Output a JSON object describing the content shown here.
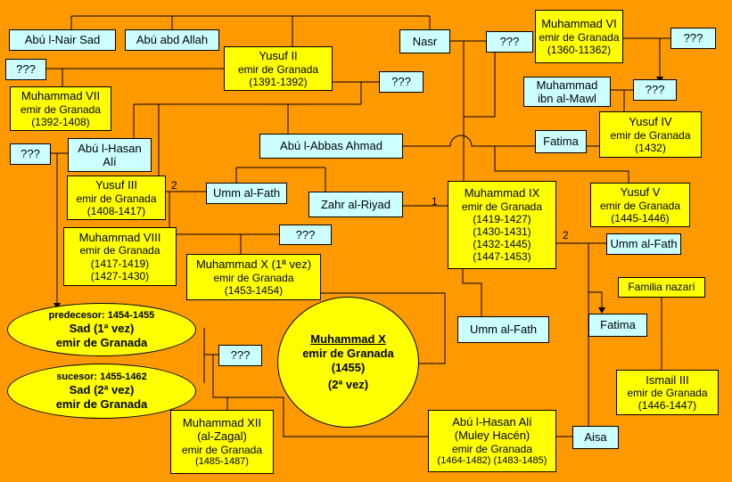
{
  "nodes": {
    "abu_nair_sad": "Abú l-Nair Sad",
    "abu_abd_allah": "Abú abd Allah",
    "yusuf_ii": {
      "name": "Yusuf II",
      "title": "emir de Granada",
      "years": "(1391-1392)"
    },
    "nasr": "Nasr",
    "q_nasr": "???",
    "muhammad_vi": {
      "name": "Muhammad VI",
      "title": "emir de Granada",
      "years": "(1360-11362)"
    },
    "q_muhammad_vi": "???",
    "q_left_top": "???",
    "q_yusuf_ii": "???",
    "muhammad_vii": {
      "name": "Muhammad VII",
      "title": "emir de Granada",
      "years": "(1392-1408)"
    },
    "muhammad_ibn_al_mawl": {
      "line1": "Muhammad",
      "line2": "ibn al-Mawl"
    },
    "q_mawl": "???",
    "yusuf_iv": {
      "name": "Yusuf IV",
      "title": "emir de Granada",
      "years": "(1432)"
    },
    "abu_hasan_ali_1": {
      "line1": "Abú l-Hasan",
      "line2": "Alí"
    },
    "q_left_mid": "???",
    "abu_abbas_ahmad": "Abú l-Abbas Ahmad",
    "fatima_top": "Fatima",
    "yusuf_iii": {
      "name": "Yusuf III",
      "title": "emir de Granada",
      "years": "(1408-1417)"
    },
    "umm_al_fath_1": "Umm al-Fath",
    "zahr_al_riyad": "Zahr al-Riyad",
    "muhammad_ix": {
      "name": "Muhammad IX",
      "title": "emir de Granada",
      "years": [
        "(1419-1427)",
        "(1430-1431)",
        "(1432-1445)",
        "(1447-1453)"
      ]
    },
    "yusuf_v": {
      "name": "Yusuf V",
      "title": "emir de Granada",
      "years": "(1445-1446)"
    },
    "muhammad_viii": {
      "name": "Muhammad VIII",
      "title": "emir de Granada",
      "years": [
        "(1417-1419)",
        "(1427-1430)"
      ]
    },
    "q_muhammad_viii": "???",
    "muhammad_x_1": {
      "name": "Muhammad X (1ª vez)",
      "title": "emir de Granada",
      "years": "(1453-1454)"
    },
    "umm_al_fath_2": "Umm al-Fath",
    "familia_nazari": "Familia nazarí",
    "sad_1": {
      "line1": "predecesor: 1454-1455",
      "line2": "Sad (1ª vez)",
      "line3": "emir de Granada"
    },
    "muhammad_x_2": {
      "name": "Muhammad X",
      "title": "emir de Granada",
      "years": "(1455)",
      "note": "(2ª vez)"
    },
    "umm_al_fath_3": "Umm al-Fath",
    "fatima_right": "Fatima",
    "sad_2": {
      "line1": "sucesor: 1455-1462",
      "line2": "Sad (2ª vez)",
      "line3": "emir de Granada"
    },
    "q_sad": "???",
    "ismail_iii": {
      "name": "Ismail III",
      "title": "emir de Granada",
      "years": "(1446-1447)"
    },
    "muhammad_xii": {
      "name": "Muhammad XII",
      "line2": "(al-Zagal)",
      "title": "emir de Granada",
      "years": "(1485-1487)"
    },
    "abu_hasan_ali_2": {
      "name": "Abú l-Hasan Alí",
      "line2": "(Muley Hacén)",
      "title": "emir de Granada",
      "years": "(1464-1482) (1483-1485)"
    },
    "aisa": "Aisa"
  },
  "marriage_numbers": {
    "yusuf_iii": "2",
    "muhammad_ix_left": "1",
    "muhammad_ix_right": "2"
  },
  "colors": {
    "background": "#FF9900",
    "ruler": "#FFFF00",
    "relative": "#CCFFFF",
    "line": "#000000"
  }
}
